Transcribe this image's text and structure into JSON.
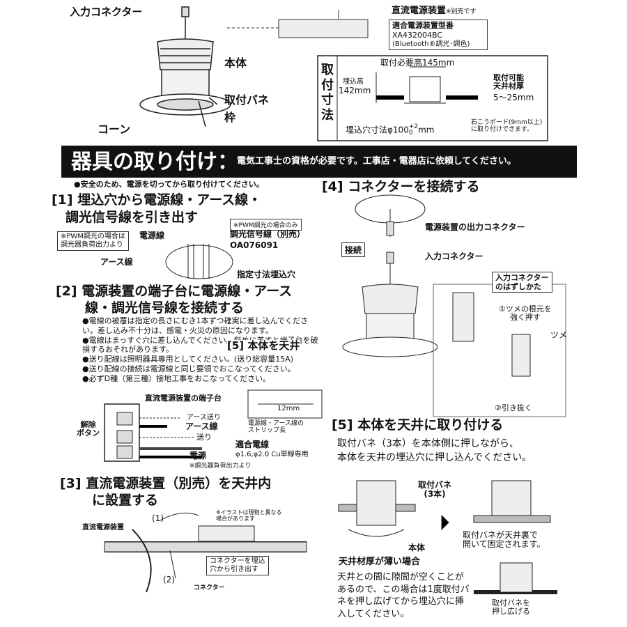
{
  "top": {
    "input_connector": "入力コネクター",
    "dc_power": "直流電源装置",
    "sold_separately": "※別売です",
    "compatible_model_label": "適合電源装置型番",
    "model_number": "XA432004BC",
    "model_note": "(Bluetooth®調光･調色)",
    "body": "本体",
    "spring": "取付バネ",
    "frame": "枠",
    "cone": "コーン"
  },
  "dimensions": {
    "side_label": "取付寸法",
    "required_height": "取付必要高145mm",
    "embed_label": "埋込高",
    "embed_value": "142mm",
    "thickness_title": "取付可能\n天井材厚",
    "thickness_value": "5〜25mm",
    "hole_prefix": "埋込穴寸法φ",
    "hole_base": "100",
    "hole_plus": "+2",
    "hole_minus": "0",
    "hole_unit": "mm",
    "board_note": "石こうボード(9mm以上)\nに取り付けできます。"
  },
  "banner": {
    "title": "器具の取り付け：",
    "subtitle": "電気工事士の資格が必要です。工事店・電器店に依頼してください。"
  },
  "safety": "●安全のため、電源を切ってから取り付けてください。",
  "step1": {
    "title_line1": "[1] 埋込穴から電源線・アース線・",
    "title_line2": "調光信号線を引き出す",
    "pwm_note": "※PWM調光の場合は\n調光器負荷出力より",
    "power_line": "電源線",
    "pwm_only": "※PWM調光の場合のみ",
    "signal_line": "調光信号線（別売）",
    "signal_model": "OA076091",
    "earth_line": "アース線",
    "hole": "指定寸法埋込穴"
  },
  "step2": {
    "title_line1": "[2] 電源装置の端子台に電源線・アース",
    "title_line2": "線・調光信号線を接続する",
    "bullets": [
      "●電線の被覆は指定の長さにむき1本ずつ確実に差し込んでください。差し込み不十分は、感電・火災の原因になります。",
      "●電線はまっすぐ穴に差し込んでください。斜めに差すと端子台を破損するおそれがあります。",
      "●送り配線は照明器具専用としてください。(送り総容量15A)",
      "●送り配線の接続は電源線と同じ要領でおこなってください。",
      "●必ずD種（第三種）接地工事をおこなってください。"
    ],
    "overlap_fragment": "[5] 本体を天井",
    "terminal_title": "直流電源装置の端子台",
    "release_button": "解除\nボタン",
    "earth_feed": "アース送り",
    "earth_wire": "アース線",
    "feed": "送り",
    "power": "電源",
    "strip_length": "12mm",
    "strip_note": "電源線・アース線の\nストリップ長",
    "wire_title": "適合電線",
    "wire_spec": "φ1.6,φ2.0 Cu単線専用",
    "dimmer_note": "※調光器負荷出力より"
  },
  "step3": {
    "title_line1": "[3] 直流電源装置（別売）を天井内",
    "title_line2": "に設置する",
    "illus_note": "※イラストは現物と異なる\n場合があります",
    "step_a": "(1)",
    "step_b": "(2)",
    "dc_power": "直流電源装置",
    "pull_out": "コネクターを埋込\n穴から引き出す",
    "connector": "コネクター"
  },
  "step4": {
    "title": "[4] コネクターを接続する",
    "output_connector": "電源装置の出力コネクター",
    "connect": "接続",
    "input_connector": "入力コネクター",
    "removal_title": "入力コネクター\nのはずしかた",
    "press": "①ツメの根元を\n強く押す",
    "claw": "ツメ",
    "pull": "②引き抜く"
  },
  "step5": {
    "title": "[5] 本体を天井に取り付ける",
    "desc_line1": "取付バネ（3本）を本体側に押しながら、",
    "desc_line2": "本体を天井の埋込穴に押し込んでください。",
    "spring_label": "取付バネ\n(3本)",
    "body": "本体",
    "fixed_note": "取付バネが天井裏で\n開いて固定されます。",
    "thin_title": "天井材厚が薄い場合",
    "thin_text": "天井との間に隙間が空くことがあるので、この場合は1度取付バネを押し広げてから埋込穴に挿入してください。",
    "spread": "取付バネを\n押し広げる"
  }
}
